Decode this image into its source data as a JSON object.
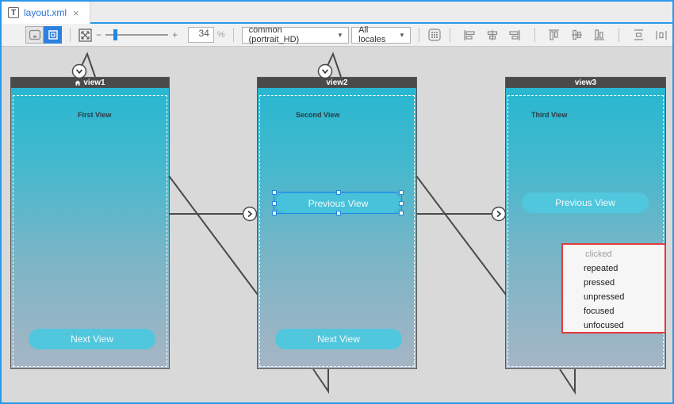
{
  "tab_bar": {
    "tab": {
      "file_icon_letter": "T",
      "title": "layout.xml",
      "close_glyph": "×"
    }
  },
  "toolbar": {
    "zoom_slider": {
      "minus": "−",
      "plus": "+"
    },
    "zoom_value": "34",
    "zoom_unit": "%",
    "config_dropdown": {
      "value": "common (portrait_HD)",
      "caret": "▾"
    },
    "locale_dropdown": {
      "value": "All locales",
      "caret": "▾"
    },
    "icons": [
      "source-view",
      "design-view",
      "fit-to-screen",
      "grid",
      "align-left",
      "align-center",
      "align-right",
      "align-top",
      "align-middle",
      "align-bottom",
      "distribute-vertical",
      "distribute-horizontal"
    ]
  },
  "canvas": {
    "views": [
      {
        "name": "view1",
        "label": "First View",
        "buttons": [
          {
            "text": "Next View"
          }
        ]
      },
      {
        "name": "view2",
        "label": "Second View",
        "buttons": [
          {
            "text": "Previous View",
            "selected": true
          },
          {
            "text": "Next View"
          }
        ]
      },
      {
        "name": "view3",
        "label": "Third View",
        "buttons": [
          {
            "text": "Previous View"
          }
        ],
        "event_list": {
          "items": [
            "clicked",
            "repeated",
            "pressed",
            "unpressed",
            "focused",
            "unfocused"
          ]
        }
      }
    ]
  },
  "colors": {
    "accent_blue": "#2b98e8",
    "selection_blue": "#1e88e5",
    "active_button": "#2e80de",
    "event_box_border": "#e23b3b",
    "view_header": "#4a4a4a",
    "view_top_cyan": "#28b7d1",
    "view_bottom": "#a6b5c5",
    "button_cyan": "#50c7dd"
  }
}
